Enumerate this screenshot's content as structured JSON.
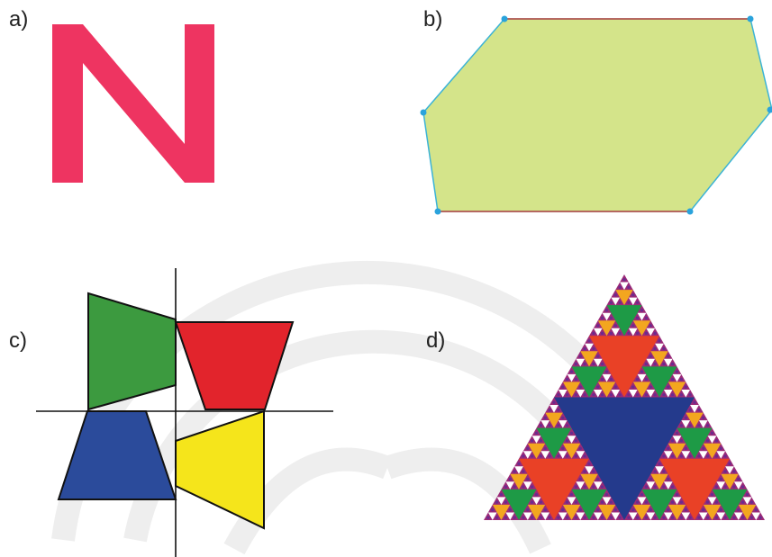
{
  "labels": {
    "a": "a)",
    "b": "b)",
    "c": "c)",
    "d": "d)"
  },
  "colors": {
    "letter_n": "#ee3461",
    "hexagon_fill": "#d4e48a",
    "hexagon_edge": "#3bb3d6",
    "hexagon_vertex": "#2aa3dc",
    "hexagon_top_bottom_edge": "#c0443a",
    "quad_green": "#3c9a3f",
    "quad_red": "#e2242c",
    "quad_blue": "#2b4b9b",
    "quad_yellow": "#f5e51b",
    "axes": "#111111",
    "sierpinski_large": "#243a8c",
    "sierpinski_mid": "#e94126",
    "sierpinski_small": "#1e9a46",
    "sierpinski_tiny": "#f3a61f",
    "sierpinski_dot": "#6a2b8f",
    "sierpinski_base": "#9b2a78",
    "watermark": "#eeeeee"
  },
  "panels": {
    "a": {
      "shape": "letter N"
    },
    "b": {
      "shape": "hexagon",
      "vertices": 6
    },
    "c": {
      "shape": "four quadrilaterals around axes"
    },
    "d": {
      "shape": "Sierpinski triangle",
      "levels": 5
    }
  }
}
